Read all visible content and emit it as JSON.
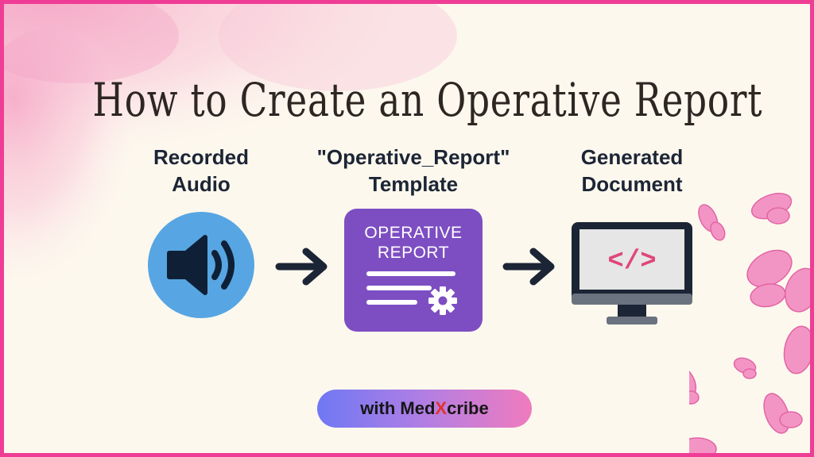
{
  "title": "How to Create an Operative Report",
  "steps": [
    {
      "label": "Recorded\nAudio",
      "icon": "speaker-icon"
    },
    {
      "label": "\"Operative_Report\"\nTemplate",
      "icon": "template-icon"
    },
    {
      "label": "Generated\nDocument",
      "icon": "monitor-code-icon"
    }
  ],
  "template_card": {
    "text": "OPERATIVE\nREPORT"
  },
  "monitor": {
    "code_glyph": "</>"
  },
  "badge": {
    "prefix": "with Med",
    "highlight": "X",
    "suffix": "cribe"
  },
  "colors": {
    "frame": "#ef3d96",
    "background": "#fdf8ee",
    "speaker": "#57a6e3",
    "template": "#7d4ec2",
    "arrow": "#1c2535",
    "butterfly": "#f28bc0"
  }
}
